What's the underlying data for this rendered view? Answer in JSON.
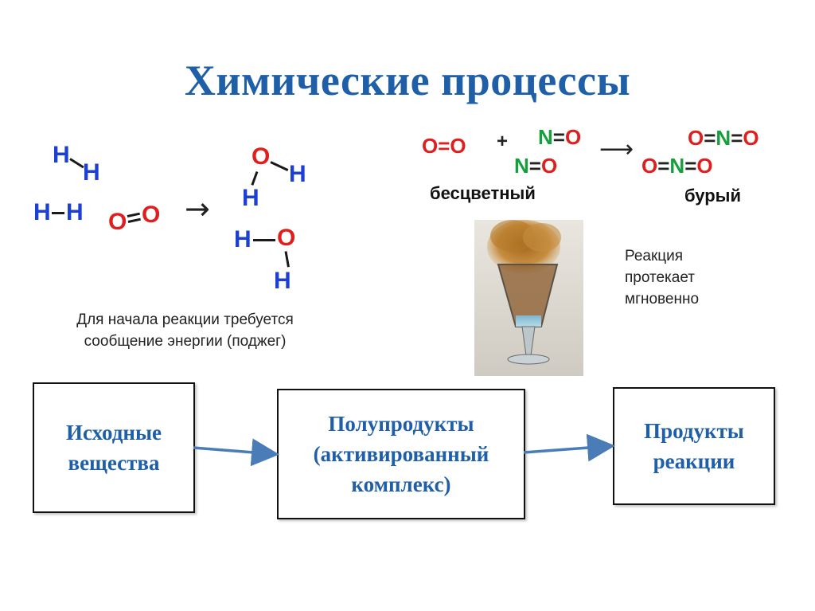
{
  "title": "Химические процессы",
  "colors": {
    "title": "#1f5fa8",
    "hydrogen": "#1c3fd6",
    "oxygen": "#e01e1e",
    "nitrogen": "#14a03a",
    "arrow": "#4a7cb8"
  },
  "left_reaction": {
    "hydrogen": "H",
    "oxygen": "O",
    "arrow": "→",
    "note": "Для начала реакции требуется сообщение энергии (поджег)"
  },
  "right_reaction": {
    "o2_formula": "O=O",
    "plus": "+",
    "no_formula": "N=O",
    "arrow": "⟶",
    "no2_top": "O=N=O",
    "no2_bottom": "O=N=O",
    "label_left": "бесцветный",
    "label_right": "бурый",
    "note": "Реакция протекает мгновенно",
    "photo": "glass-with-brown-gas-photo"
  },
  "flow": {
    "box1": "Исходные\nвещества",
    "box2": "Полупродукты\n(активированный\nкомплекс)",
    "box3": "Продукты\nреакции"
  }
}
